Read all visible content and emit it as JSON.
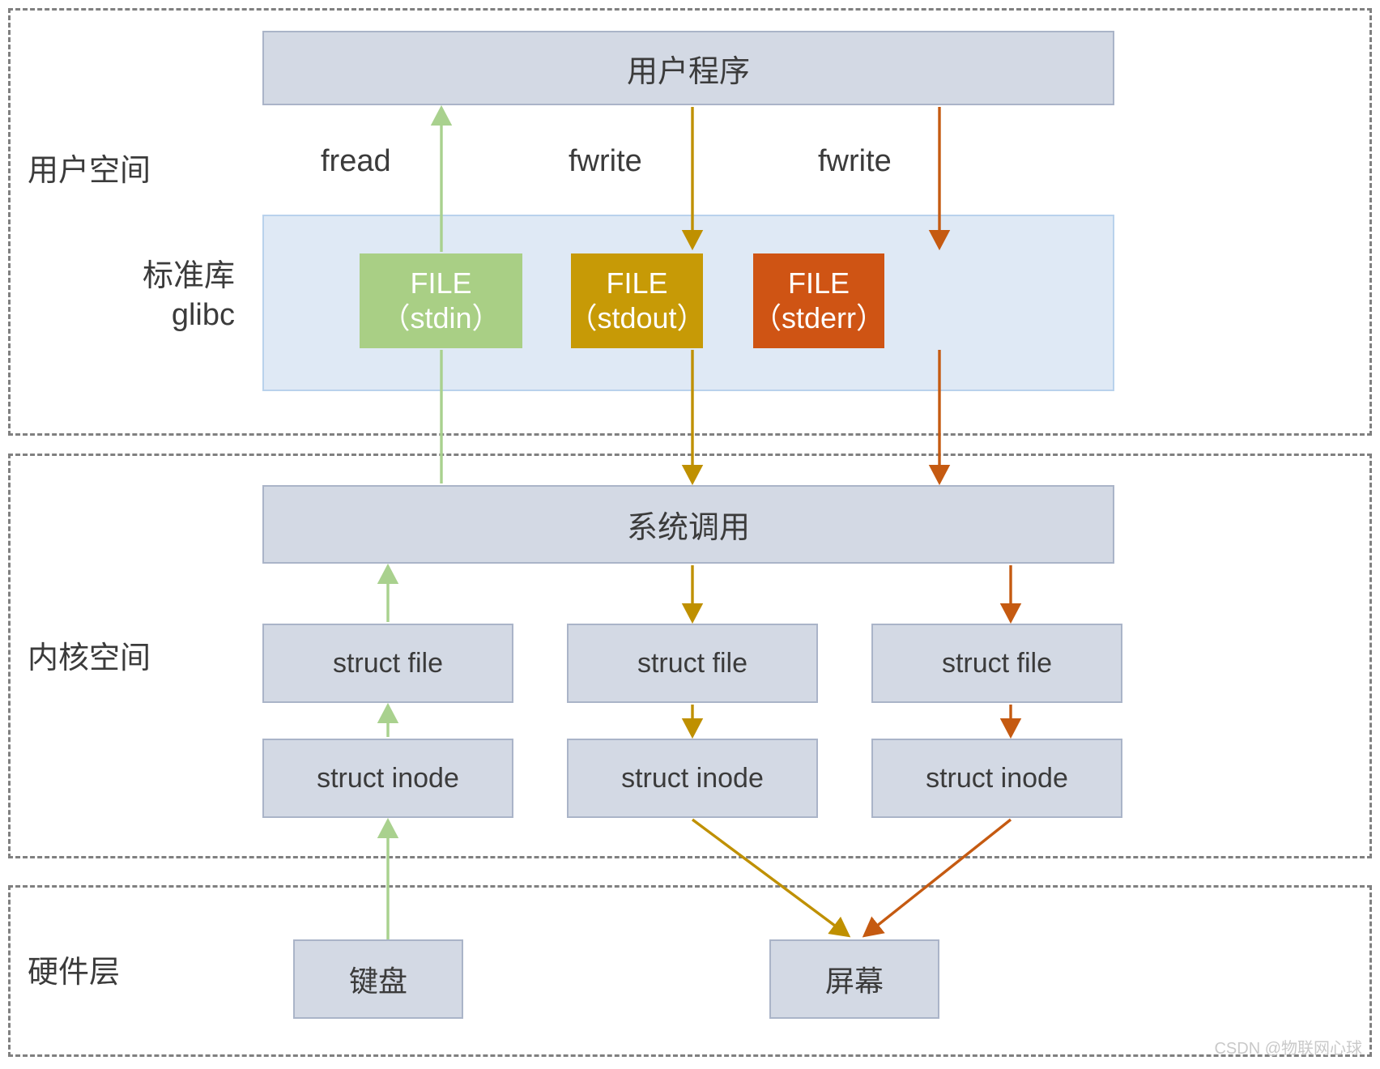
{
  "layers": [
    {
      "id": "user",
      "label": "用户空间"
    },
    {
      "id": "kernel",
      "label": "内核空间"
    },
    {
      "id": "hardware",
      "label": "硬件层"
    }
  ],
  "side_labels": {
    "user_space": "用户空间",
    "kernel_space": "内核空间",
    "hardware": "硬件层",
    "glibc": "标准库\nglibc",
    "glibc_line1": "标准库",
    "glibc_line2": "glibc"
  },
  "boxes": {
    "user_program": "用户程序",
    "syscall": "系统调用",
    "struct_file": [
      "struct file",
      "struct file",
      "struct file"
    ],
    "struct_inode": [
      "struct inode",
      "struct inode",
      "struct inode"
    ],
    "keyboard": "键盘",
    "screen": "屏幕"
  },
  "file_objects": [
    {
      "title": "FILE",
      "stream": "（stdin）",
      "color": "#a9cf85"
    },
    {
      "title": "FILE",
      "stream": "（stdout）",
      "color": "#c79a06"
    },
    {
      "title": "FILE",
      "stream": "（stderr）",
      "color": "#cf5414"
    }
  ],
  "call_labels": {
    "fread": "fread",
    "fwrite_stdout": "fwrite",
    "fwrite_stderr": "fwrite"
  },
  "colors": {
    "box_fill": "#d3d9e4",
    "box_stroke": "#aab4c8",
    "glibc_panel_fill": "#dfe9f5",
    "glibc_panel_stroke": "#b9d2ec",
    "arrow_green": "#a9d18e",
    "arrow_yellow": "#bf9000",
    "arrow_orange": "#c55a11",
    "layer_border": "#808080",
    "text": "#3b3b3b"
  },
  "watermark": "CSDN @物联网心球"
}
